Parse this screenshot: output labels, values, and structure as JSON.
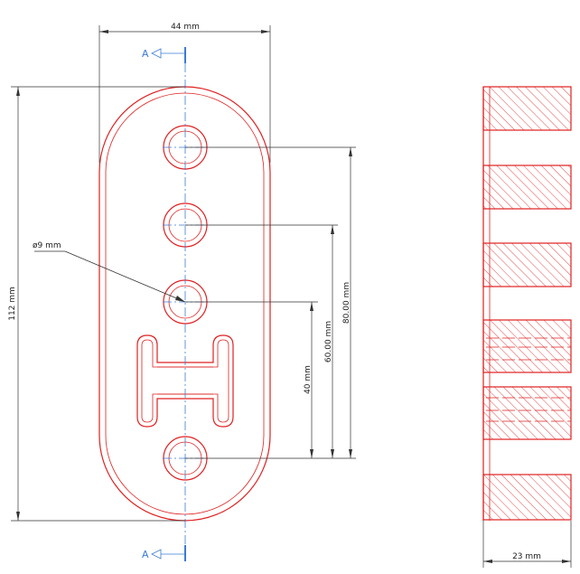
{
  "dimensions": {
    "width": "44 mm",
    "height": "112 mm",
    "hole_diameter": "ø9 mm",
    "spacing_40": "40 mm",
    "spacing_60": "60.00 mm",
    "spacing_80": "80.00 mm",
    "thickness": "23 mm"
  },
  "section_labels": {
    "top": "A",
    "bottom": "A"
  },
  "colors": {
    "part": "#e02020",
    "centerline": "#3a7bd5",
    "dimension": "#333333"
  }
}
